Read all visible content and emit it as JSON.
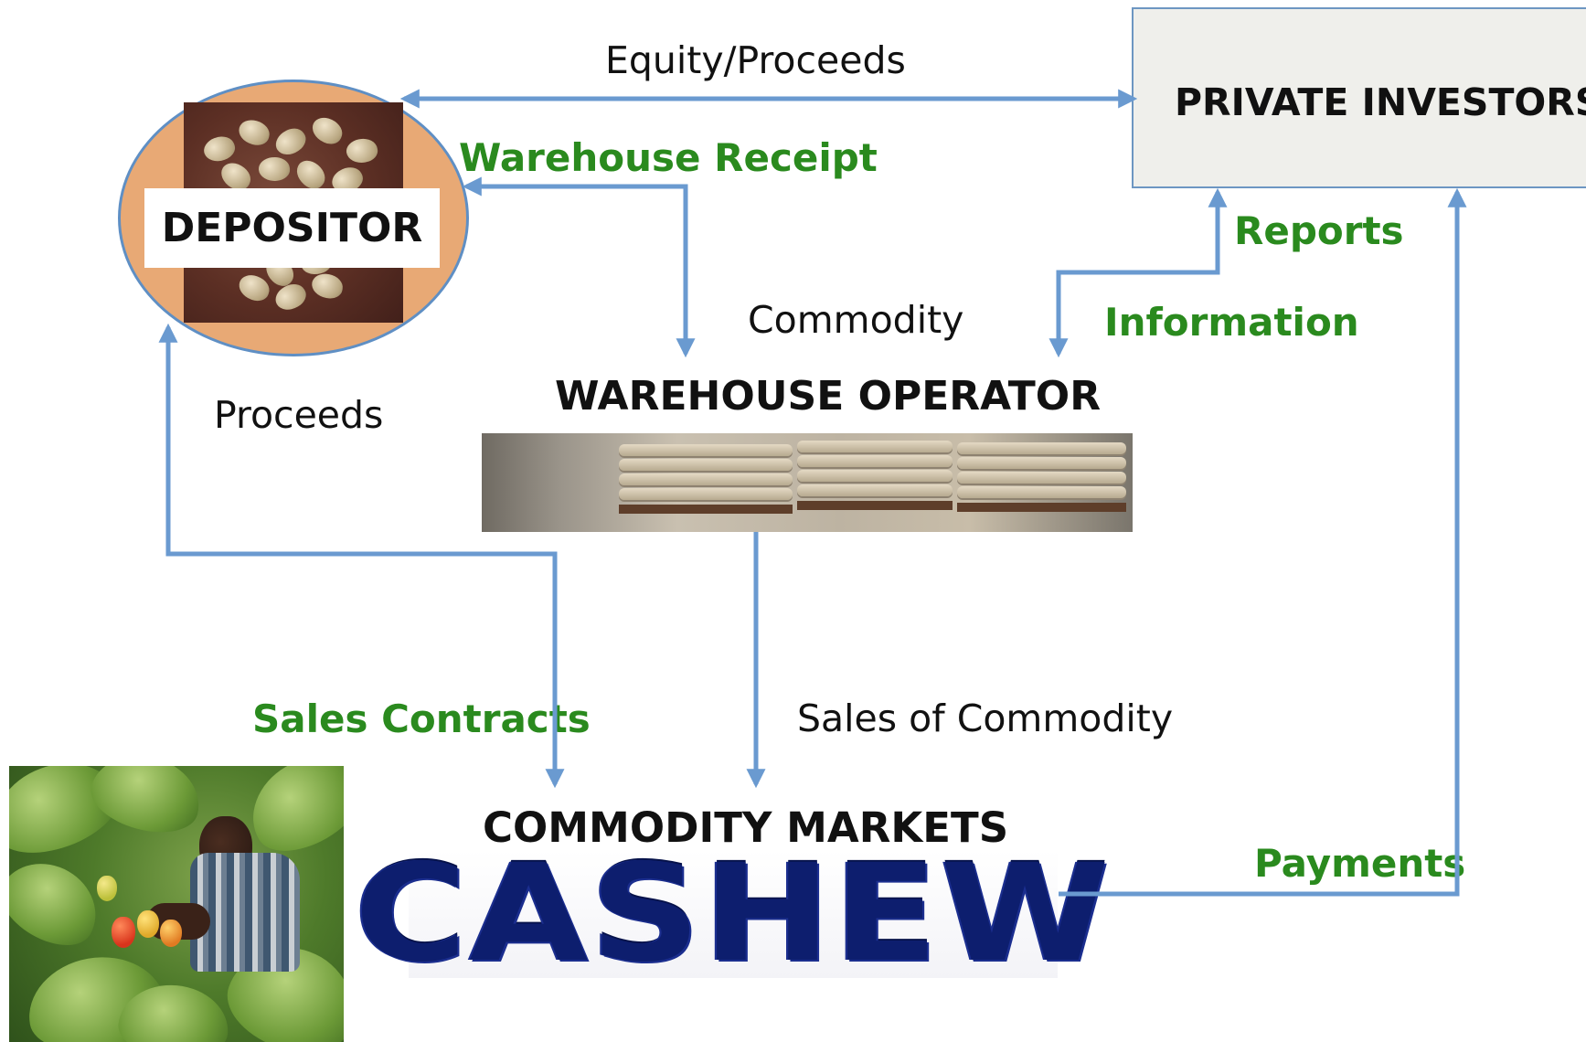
{
  "nodes": {
    "private_investors": "PRIVATE INVESTORS",
    "depositor": "DEPOSITOR",
    "warehouse_operator": "WAREHOUSE OPERATOR",
    "commodity_markets": "COMMODITY MARKETS",
    "cashew_logo": "CASHEW"
  },
  "flows": {
    "equity_proceeds": "Equity/Proceeds",
    "warehouse_receipt": "Warehouse Receipt",
    "commodity": "Commodity",
    "reports": "Reports",
    "information": "Information",
    "proceeds": "Proceeds",
    "sales_contracts": "Sales Contracts",
    "sales_of_commodity": "Sales of Commodity",
    "payments": "Payments"
  },
  "colors": {
    "arrow": "#6a9ad0",
    "flow_highlight": "#2a8a1e",
    "depositor_fill": "#e8a975",
    "investors_fill": "#efefeb",
    "cashew_logo": "#0d1e6e"
  }
}
